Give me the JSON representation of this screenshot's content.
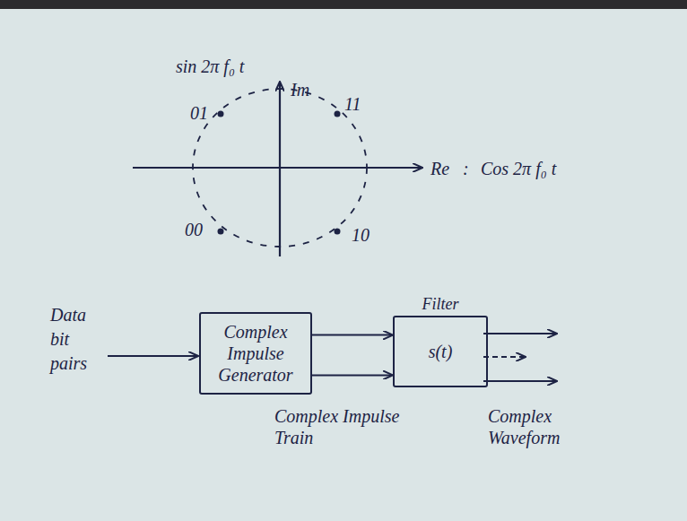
{
  "diagram": {
    "nodes": [
      {
        "text": [
          "Complex Impulse Generator"
        ]
      },
      {
        "text": [
          "Filter",
          "s(t)"
        ]
      }
    ],
    "edges": [
      {
        "from": 0,
        "to": 1,
        "arrow": "to"
      },
      {
        "from": 0,
        "to": 1,
        "arrow": "to"
      }
    ],
    "labels": [
      "sin 2π f₀ t",
      "Im",
      "01",
      "11",
      "00",
      "10",
      "Re",
      ":",
      "Cos 2π f₀ t",
      "Data bit pairs",
      "Complex Impulse Train",
      "Complex Waveform"
    ]
  }
}
